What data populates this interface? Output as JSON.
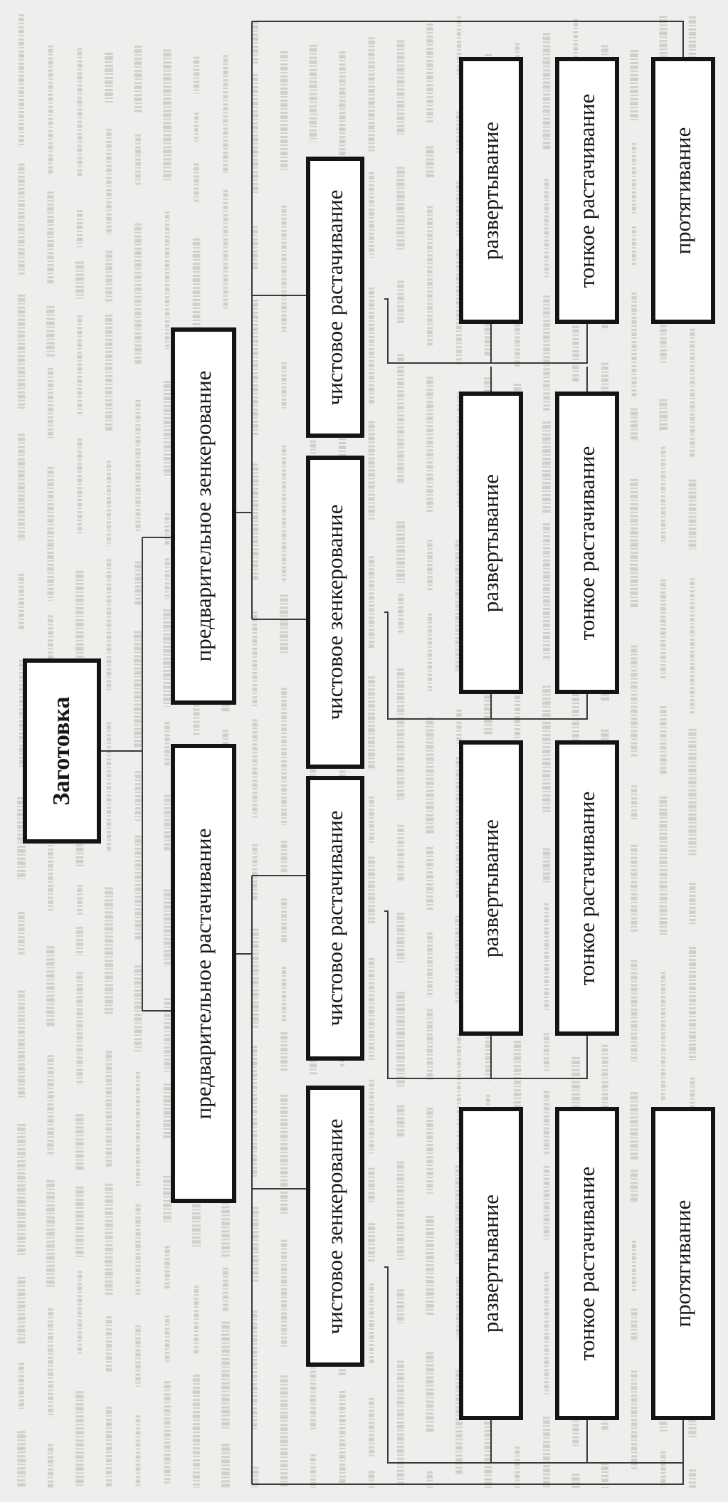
{
  "root": {
    "label": "Заготовка"
  },
  "level1": [
    {
      "label": "предварительное зенкерование"
    },
    {
      "label": "предварительное растачивание"
    }
  ],
  "level2": [
    {
      "label": "чистовое растачивание"
    },
    {
      "label": "чистовое зенкерование"
    },
    {
      "label": "чистовое растачивание"
    },
    {
      "label": "чистовое зенкерование"
    }
  ],
  "level3": [
    {
      "label": "развертывание"
    },
    {
      "label": "тонкое растачивание"
    },
    {
      "label": "протягивание"
    },
    {
      "label": "развертывание"
    },
    {
      "label": "тонкое растачивание"
    },
    {
      "label": "развертывание"
    },
    {
      "label": "тонкое растачивание"
    },
    {
      "label": "развертывание"
    },
    {
      "label": "тонкое растачивание"
    },
    {
      "label": "протягивание"
    }
  ]
}
